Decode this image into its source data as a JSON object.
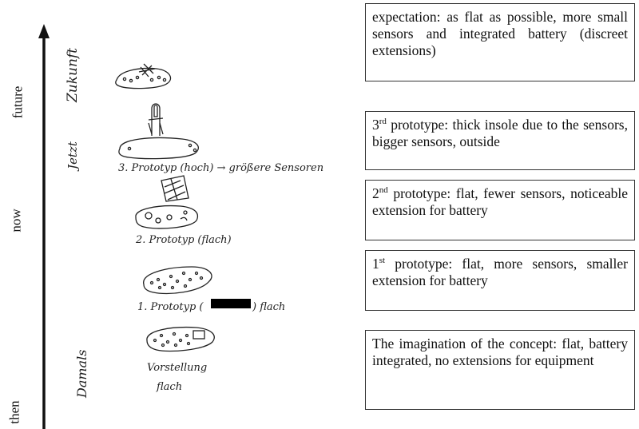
{
  "timeline": {
    "labels": {
      "future": "future",
      "now": "now",
      "then": "then"
    }
  },
  "handwriting": {
    "zukunft": "Zukunft",
    "jetzt": "Jetzt",
    "damals": "Damals",
    "proto3": "3. Prototyp (hoch) → größere Sensoren",
    "proto2": "2. Prototyp (flach)",
    "proto1_a": "1. Prototyp (",
    "proto1_b": ") flach",
    "vorstellung": "Vorstellung",
    "flach": "flach"
  },
  "boxes": {
    "expectation": {
      "text": "expectation: as flat as possible, more small sensors and integrated battery (discreet extensions)"
    },
    "third": {
      "ord": "3",
      "sup": "rd",
      "text": " prototype: thick insole due to the sensors, bigger sensors, outside"
    },
    "second": {
      "ord": "2",
      "sup": "nd",
      "text": " prototype: flat, fewer sensors, noticeable extension for battery"
    },
    "first": {
      "ord": "1",
      "sup": "st",
      "text": " prototype: flat, more sensors, smaller extension for battery"
    },
    "concept": {
      "text": "The imagination of the concept: flat, battery integrated, no extensions for equipment"
    }
  },
  "colors": {
    "ink": "#222222",
    "redaction": "#000000",
    "border": "#333333"
  }
}
